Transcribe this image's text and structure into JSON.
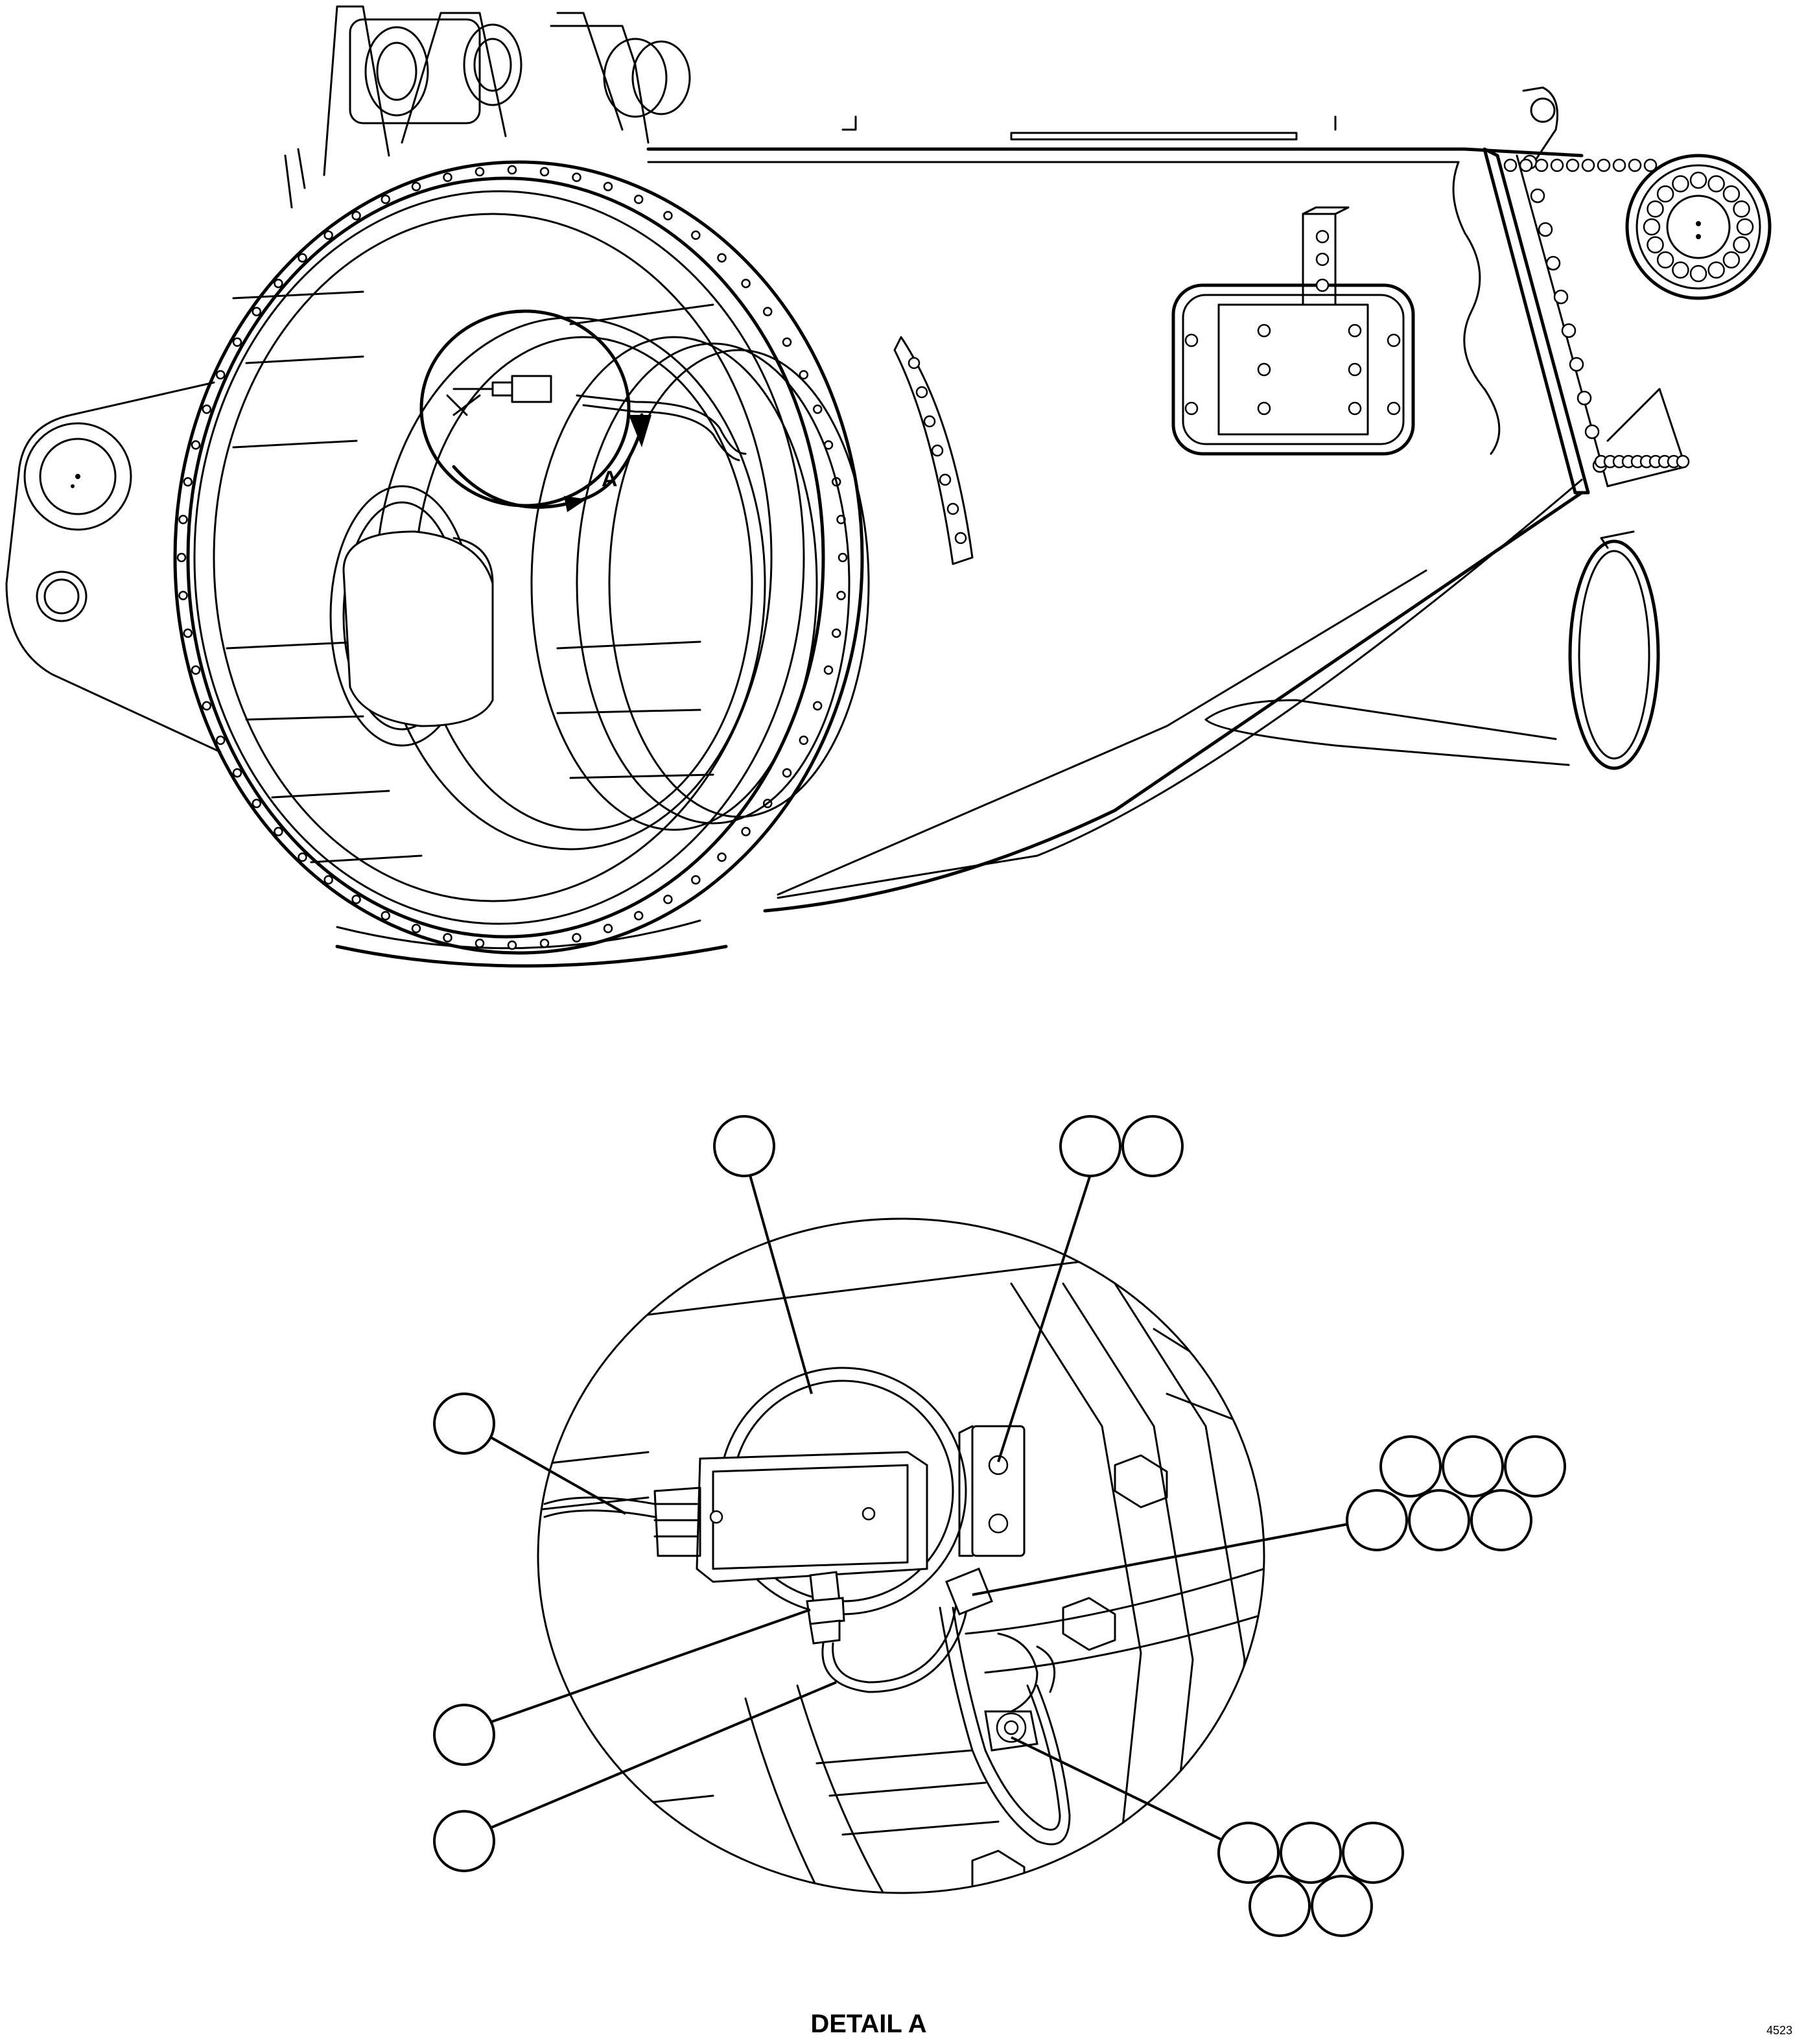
{
  "view_marker": {
    "label": "A"
  },
  "detail_title": "DETAIL A",
  "sheet_code": "4523",
  "callouts": {
    "top_center": "",
    "top_right_a": "",
    "top_right_b": "",
    "left_upper": "",
    "right_group_1": "",
    "right_group_2": "",
    "right_group_3": "",
    "right_group_4": "",
    "right_group_5": "",
    "right_group_6": "",
    "left_lower_1": "",
    "left_lower_2": "",
    "bottom_group_1": "",
    "bottom_group_2": "",
    "bottom_group_3": "",
    "bottom_group_4": "",
    "bottom_group_5": ""
  }
}
